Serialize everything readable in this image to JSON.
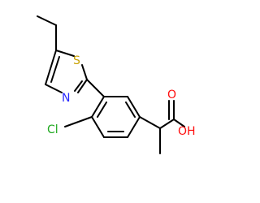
{
  "molecule": {
    "atoms": {
      "sulfur": "S",
      "nitrogen": "N",
      "chlorine": "Cl",
      "carbonyl_oxygen": "O",
      "hydroxyl": "OH"
    },
    "colors": {
      "sulfur": "#c8a000",
      "nitrogen": "#2a2aff",
      "chlorine": "#1fa81f",
      "oxygen": "#ff0d0d",
      "bond": "#000000"
    }
  }
}
